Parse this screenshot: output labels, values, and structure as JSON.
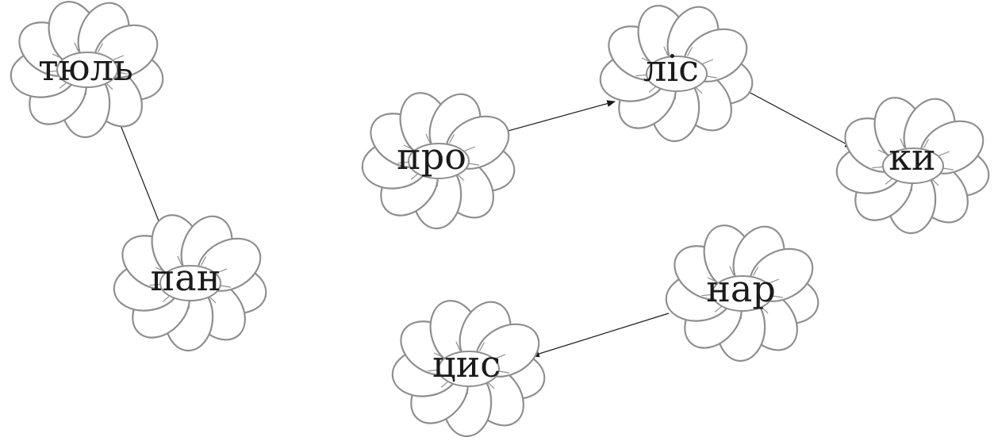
{
  "flowers": [
    {
      "id": "tiul",
      "syllable": "тюль"
    },
    {
      "id": "pan",
      "syllable": "пан"
    },
    {
      "id": "pro",
      "syllable": "про"
    },
    {
      "id": "lis",
      "syllable": "ліс"
    },
    {
      "id": "ky",
      "syllable": "ки"
    },
    {
      "id": "nar",
      "syllable": "нар"
    },
    {
      "id": "tsys",
      "syllable": "цис"
    }
  ],
  "arrows": [
    {
      "from": "тюль",
      "to": "пан"
    },
    {
      "from": "про",
      "to": "ліс"
    },
    {
      "from": "ліс",
      "to": "ки"
    },
    {
      "from": "нар",
      "to": "цис"
    }
  ],
  "colors": {
    "outline": "#8e8e8e",
    "text": "#1a1a1a",
    "background": "#ffffff"
  }
}
